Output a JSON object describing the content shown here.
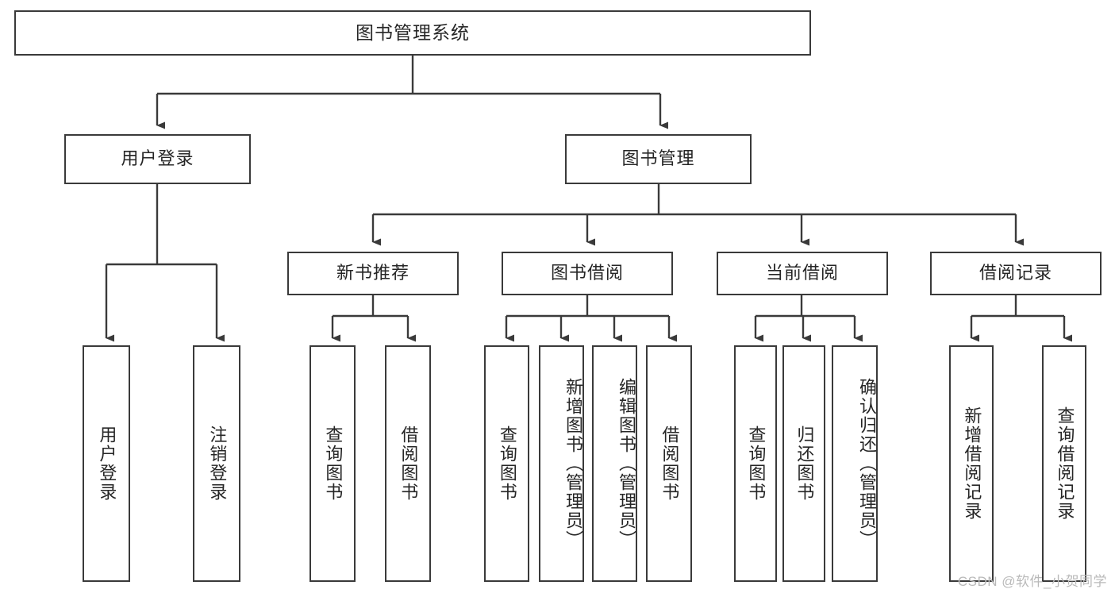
{
  "diagram": {
    "title": "图书管理系统",
    "type": "tree",
    "stroke_color": "#3a3a3a",
    "text_color": "#262626",
    "background_color": "#ffffff",
    "watermark": "CSDN @软件_小贺同学",
    "watermark_color": "#b9b9b9"
  },
  "nodes": {
    "root": {
      "label": "图书管理系统"
    },
    "level2": [
      {
        "label": "用户登录"
      },
      {
        "label": "图书管理"
      }
    ],
    "level3": [
      {
        "label": "新书推荐"
      },
      {
        "label": "图书借阅"
      },
      {
        "label": "当前借阅"
      },
      {
        "label": "借阅记录"
      }
    ],
    "leaves": {
      "user_login": [
        {
          "label": "用户登录"
        },
        {
          "label": "注销登录"
        }
      ],
      "new_book": [
        {
          "label": "查询图书"
        },
        {
          "label": "借阅图书"
        }
      ],
      "borrow_book": [
        {
          "label": "查询图书"
        },
        {
          "label": "新增图书（管理员）"
        },
        {
          "label": "编辑图书（管理员）"
        },
        {
          "label": "借阅图书"
        }
      ],
      "current_borrow": [
        {
          "label": "查询图书"
        },
        {
          "label": "归还图书"
        },
        {
          "label": "确认归还（管理员）"
        }
      ],
      "borrow_record": [
        {
          "label": "新增借阅记录"
        },
        {
          "label": "查询借阅记录"
        }
      ]
    }
  }
}
